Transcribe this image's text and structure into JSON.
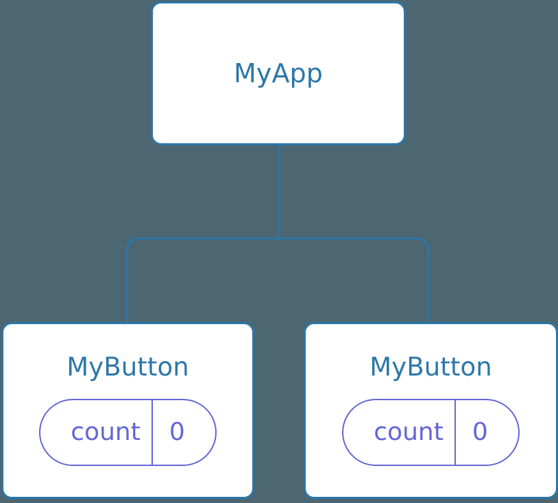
{
  "diagram": {
    "type": "component-tree",
    "background_color": "#4c6672",
    "node_border_color": "#2c77a8",
    "node_label_color": "#2c77a8",
    "node_fill_color": "#ffffff",
    "state_pill_color": "#6366d6",
    "edge_color": "#2c77a8"
  },
  "nodes": {
    "root": {
      "label": "MyApp"
    },
    "child_left": {
      "label": "MyButton",
      "state": {
        "key": "count",
        "value": "0"
      }
    },
    "child_right": {
      "label": "MyButton",
      "state": {
        "key": "count",
        "value": "0"
      }
    }
  },
  "edges": [
    {
      "from": "root",
      "to": "child_left"
    },
    {
      "from": "root",
      "to": "child_right"
    }
  ]
}
